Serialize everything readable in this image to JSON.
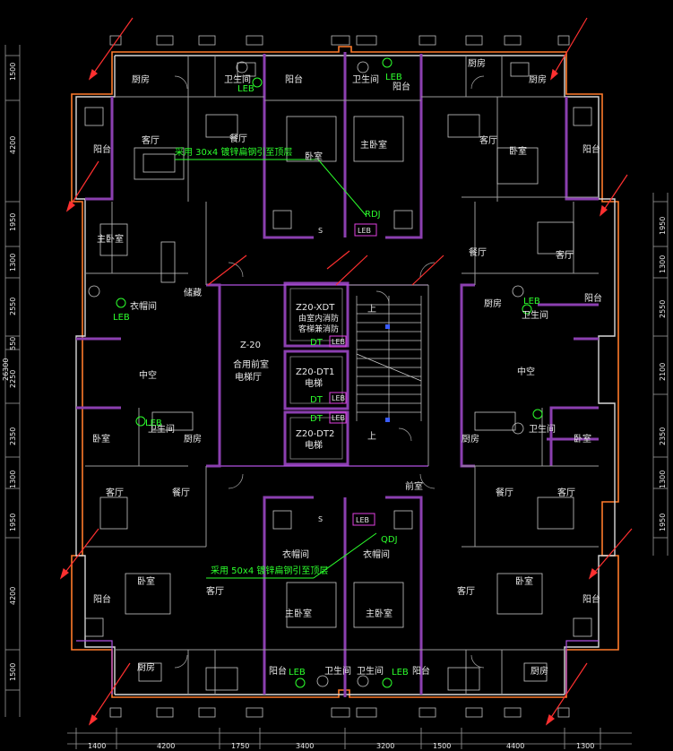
{
  "rooms": {
    "kitchen": "厨房",
    "bathroom": "卫生间",
    "balcony": "阳台",
    "living_room": "客厅",
    "dining_room": "餐厅",
    "bedroom": "卧室",
    "master_bedroom": "主卧室",
    "closet": "衣帽间",
    "atrium": "中空",
    "storage": "储藏",
    "front_room": "前室",
    "lobby_code": "Z-20",
    "lobby_1": "合用前室",
    "lobby_2": "电梯厅",
    "shaft_top_code": "Z20-XDT",
    "shaft_top_1": "由室内消防",
    "shaft_top_2": "客梯兼消防",
    "shaft_mid_code": "Z20-DT1",
    "shaft_mid_1": "电梯",
    "shaft_bot_code": "Z20-DT2",
    "shaft_bot_1": "电梯",
    "up_label": "上"
  },
  "tags": {
    "leb": "LEB",
    "dt": "DT",
    "rdj": "RDJ",
    "qdj": "QDJ",
    "s": "S"
  },
  "notes": {
    "top_note": "采用 30x4 镀锌扁钢引至顶层",
    "bottom_note": "采用 50x4 镀锌扁钢引至顶层"
  },
  "dimensions": {
    "left_vertical": [
      "1500",
      "4200",
      "1950",
      "1300",
      "2550",
      "550",
      "2250",
      "2350",
      "1300",
      "1950",
      "4200",
      "1500"
    ],
    "left_total": "26300",
    "right_vertical": [
      "1950",
      "1300",
      "2550",
      "2100",
      "2350",
      "1300",
      "1950"
    ],
    "bottom_horizontal": [
      "1400",
      "4200",
      "1750",
      "3400",
      "3200",
      "1500",
      "4400",
      "1300"
    ]
  },
  "colors": {
    "background": "#000000",
    "wall": "#d8d8d8",
    "grounding_line": "#ff7a2a",
    "partition": "#8b3fb0",
    "annotation": "#2cff2c",
    "lightning_arrow": "#ff3030",
    "distribution_box": "#e040e0"
  }
}
